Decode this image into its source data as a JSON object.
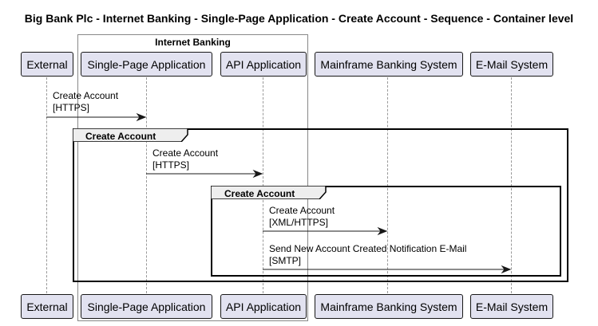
{
  "title": "Big Bank Plc - Internet Banking - Single-Page Application - Create Account - Sequence - Container level",
  "boundary": {
    "label": "Internet Banking"
  },
  "participants": [
    {
      "id": "external",
      "label": "External"
    },
    {
      "id": "spa",
      "label": "Single-Page Application"
    },
    {
      "id": "api",
      "label": "API Application"
    },
    {
      "id": "mainframe",
      "label": "Mainframe Banking System"
    },
    {
      "id": "email",
      "label": "E-Mail System"
    }
  ],
  "frames": [
    {
      "id": "outer",
      "label": "Create Account"
    },
    {
      "id": "inner",
      "label": "Create Account"
    }
  ],
  "messages": [
    {
      "id": "m1",
      "from": "external",
      "to": "spa",
      "label": "Create Account",
      "protocol": "[HTTPS]"
    },
    {
      "id": "m2",
      "from": "spa",
      "to": "api",
      "label": "Create Account",
      "protocol": "[HTTPS]"
    },
    {
      "id": "m3",
      "from": "api",
      "to": "mainframe",
      "label": "Create Account",
      "protocol": "[XML/HTTPS]"
    },
    {
      "id": "m4",
      "from": "api",
      "to": "email",
      "label": "Send New Account Created Notification E-Mail",
      "protocol": "[SMTP]"
    }
  ]
}
